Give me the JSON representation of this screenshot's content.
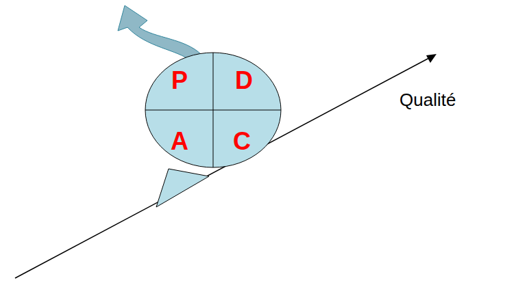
{
  "diagram": {
    "nodes": [
      {
        "text": [
          "P",
          "D",
          "A",
          "C"
        ]
      }
    ],
    "labels": [
      "Qualité"
    ]
  }
}
